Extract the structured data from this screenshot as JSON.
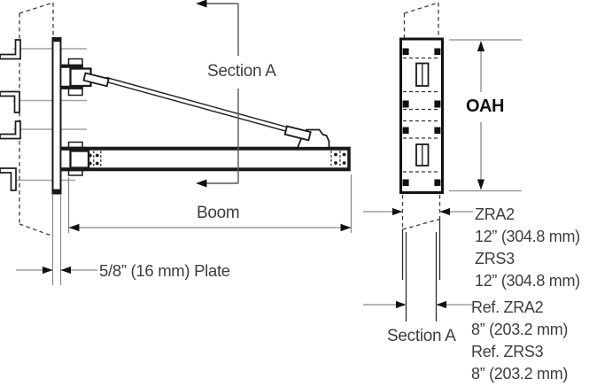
{
  "diagram": {
    "labels": {
      "section_top": "Section A",
      "section_bottom": "Section A",
      "boom": "Boom",
      "plate": "5/8” (16 mm) Plate",
      "oah": "OAH"
    },
    "model_annotations": {
      "0": "ZRA2",
      "1": "12” (304.8 mm)",
      "2": "ZRS3",
      "3": "12” (304.8 mm)",
      "4": "Ref. ZRA2",
      "5": "8” (203.2 mm)",
      "6": "Ref. ZRS3",
      "7": "8” (203.2 mm)"
    },
    "colors": {
      "outline": "#1a1a1a",
      "text": "#3d3d3d",
      "dimension_lines": "#8a8a8a"
    }
  }
}
